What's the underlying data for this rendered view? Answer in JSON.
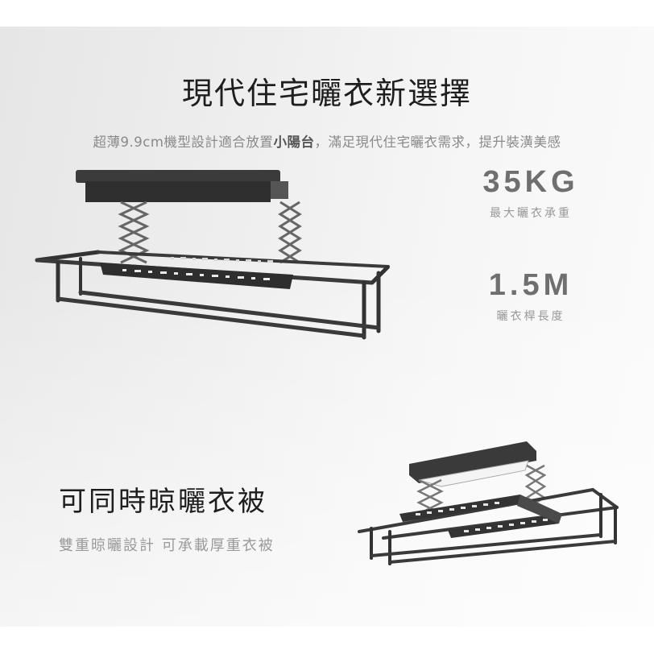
{
  "header": {
    "title": "現代住宅曬衣新選擇",
    "subtitle_part1": "超薄9.9cm機型設計適合放置",
    "subtitle_bold": "小陽台",
    "subtitle_part2": "，滿足現代住宅曬衣需求，提升裝潢美感"
  },
  "stats": [
    {
      "value": "35KG",
      "label": "最大曬衣承重"
    },
    {
      "value": "1.5M",
      "label": "曬衣桿長度"
    }
  ],
  "feature": {
    "title": "可同時晾曬衣被",
    "description": "雙重晾曬設計 可承載厚重衣被"
  },
  "images": {
    "rack_top": "clothes-drying-rack-front-view",
    "rack_bottom": "clothes-drying-rack-angled-view-with-light"
  },
  "colors": {
    "title": "#1e1e1e",
    "subtitle": "#8a8a8a",
    "stat_value": "#6f6f6f",
    "stat_label": "#999999",
    "rack_metal": "#3a3a3a"
  }
}
